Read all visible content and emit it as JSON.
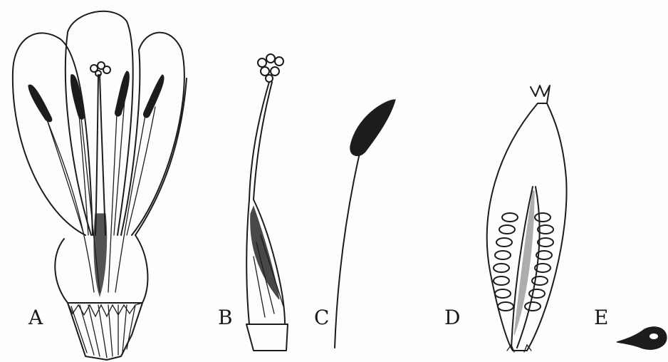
{
  "figure": {
    "panels": [
      {
        "id": "A",
        "label": "A",
        "subject": "flower-longitudinal-view"
      },
      {
        "id": "B",
        "label": "B",
        "subject": "pistil"
      },
      {
        "id": "C",
        "label": "C",
        "subject": "stamen"
      },
      {
        "id": "D",
        "label": "D",
        "subject": "ovary-section"
      },
      {
        "id": "E",
        "label": "E",
        "subject": "seed"
      }
    ],
    "ink_color": "#1c1c1c",
    "paper_color": "#fdfdfc"
  }
}
